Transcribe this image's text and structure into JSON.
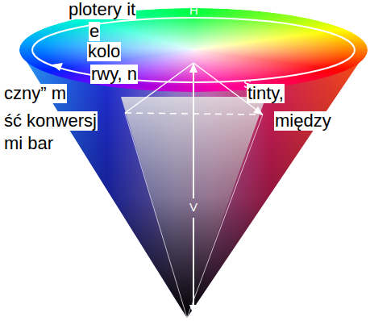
{
  "diagram": {
    "labels": [
      "plotery it",
      "e",
      "kolo",
      "rwy, n",
      "czny” m",
      "tinty,",
      "ść konwersj",
      "między",
      "mi bar",
      "H",
      "S",
      "V"
    ]
  }
}
